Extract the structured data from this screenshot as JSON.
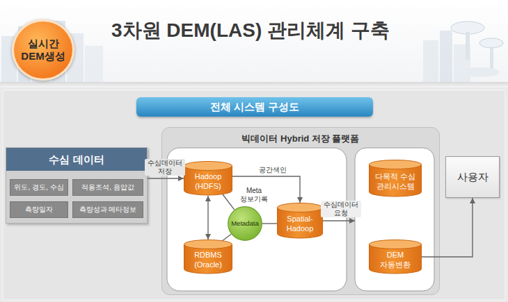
{
  "diagram": {
    "title": "3차원 DEM(LAS) 관리체계 구축",
    "nodes": [
      {
        "text": [
          "실시간 DEM생성"
        ]
      },
      {
        "text": [
          "전체 시스템 구성도"
        ]
      },
      {
        "text": [
          "수심 데이터"
        ]
      },
      {
        "text": [
          "위도, 경도, 수심"
        ],
        "in": 2
      },
      {
        "text": [
          "적용조석, 음압값"
        ],
        "in": 2
      },
      {
        "text": [
          "측량일자"
        ],
        "in": 2
      },
      {
        "text": [
          "측량성과 메타정보"
        ],
        "in": 2
      },
      {
        "text": [
          "빅데이터 Hybrid 저장 플랫폼"
        ]
      },
      {
        "text": [
          "Hadoop (HDFS)"
        ],
        "in": 7
      },
      {
        "text": [
          "Metadata"
        ],
        "in": 7
      },
      {
        "text": [
          "Spatial-Hadoop"
        ],
        "in": 7
      },
      {
        "text": [
          "RDBMS (Oracle)"
        ],
        "in": 7
      },
      {
        "text": [
          "다목적 수심 관리시스템"
        ],
        "in": 7
      },
      {
        "text": [
          "DEM 자동변환"
        ],
        "in": 7
      },
      {
        "text": [
          "사용자"
        ]
      }
    ],
    "edges": [
      {
        "from": 2,
        "to": 8,
        "arrow": "to",
        "label": "수심데이터 저장"
      },
      {
        "from": 8,
        "to": 10,
        "arrow": "to",
        "label": "공간색인"
      },
      {
        "from": 8,
        "to": 11,
        "arrow": "both"
      },
      {
        "from": 8,
        "to": 9,
        "arrow": "none",
        "label": "Meta 정보기록"
      },
      {
        "from": 9,
        "to": 11,
        "arrow": "none"
      },
      {
        "from": 9,
        "to": 10,
        "arrow": "none"
      },
      {
        "from": 13,
        "to": 14,
        "arrow": "to"
      }
    ],
    "labels": [
      "수심데이터 요청"
    ]
  }
}
